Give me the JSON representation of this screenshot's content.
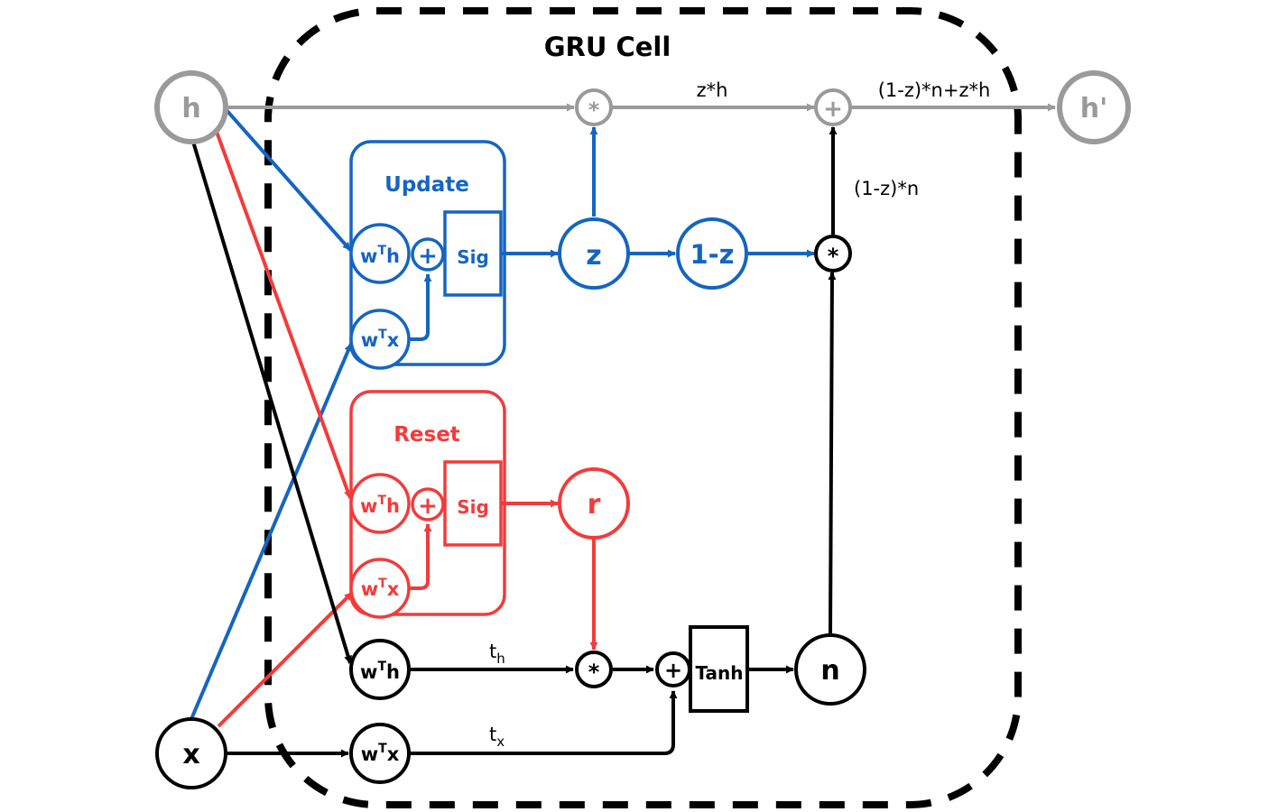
{
  "title": "GRU Cell",
  "colors": {
    "gray": "#9a9a9a",
    "blue": "#1565c0",
    "red": "#f23b3b",
    "black": "#000000"
  },
  "nodes": {
    "h": "h",
    "h_out": "h'",
    "x": "x",
    "z": "z",
    "one_minus_z": "1-z",
    "r": "r",
    "n": "n"
  },
  "update_gate": {
    "title": "Update",
    "wh": {
      "w": "w",
      "sup": "T",
      "var": "h"
    },
    "wx": {
      "w": "w",
      "sup": "T",
      "var": "x"
    },
    "plus": "+",
    "sig": "Sig"
  },
  "reset_gate": {
    "title": "Reset",
    "wh": {
      "w": "w",
      "sup": "T",
      "var": "h"
    },
    "wx": {
      "w": "w",
      "sup": "T",
      "var": "x"
    },
    "plus": "+",
    "sig": "Sig"
  },
  "candidate": {
    "wh": {
      "w": "w",
      "sup": "T",
      "var": "h"
    },
    "wx": {
      "w": "w",
      "sup": "T",
      "var": "x"
    },
    "mult": "*",
    "plus": "+",
    "tanh": "Tanh"
  },
  "ops": {
    "mult_zh": "*",
    "plus_out": "+",
    "mult_n": "*"
  },
  "edge_labels": {
    "zh": "z*h",
    "out": "(1-z)*n+z*h",
    "zn": "(1-z)*n",
    "th": {
      "base": "t",
      "sub": "h"
    },
    "tx": {
      "base": "t",
      "sub": "x"
    }
  }
}
